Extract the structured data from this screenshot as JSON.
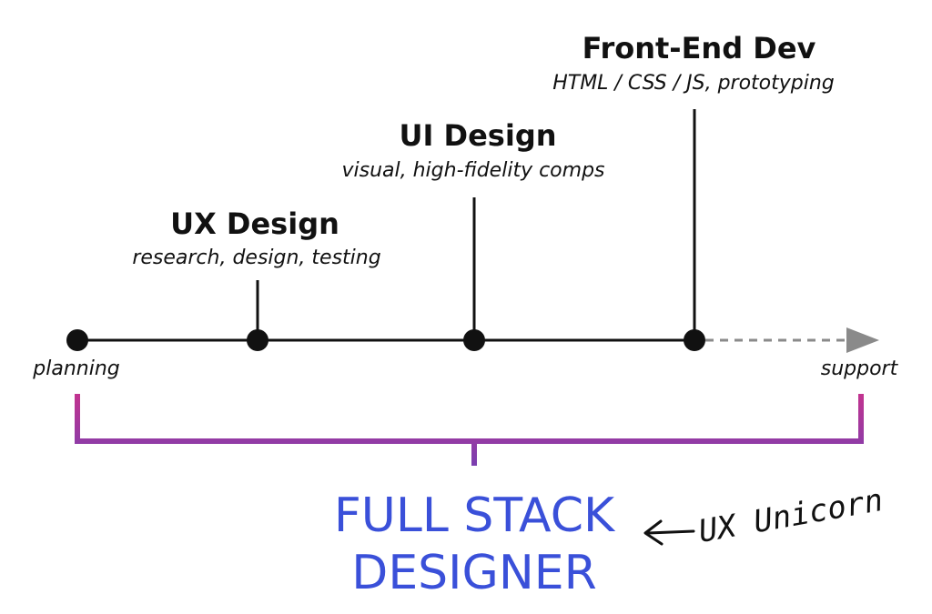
{
  "stages": [
    {
      "title": "UX Design",
      "subtitle": "research, design, testing"
    },
    {
      "title": "UI Design",
      "subtitle": "visual, high-fidelity comps"
    },
    {
      "title": "Front-End Dev",
      "subtitle": "HTML / CSS / JS, prototyping"
    }
  ],
  "timeline": {
    "start_label": "planning",
    "end_label": "support"
  },
  "headline": {
    "line1": "FULL STACK",
    "line2": "DESIGNER"
  },
  "annotation": {
    "text": "UX Unicorn"
  },
  "colors": {
    "timeline": "#111111",
    "dashed_arrow": "#8a8a8a",
    "bracket_top": "#c2338f",
    "bracket_bottom": "#7a3fb0",
    "headline": "#3a50d9"
  }
}
